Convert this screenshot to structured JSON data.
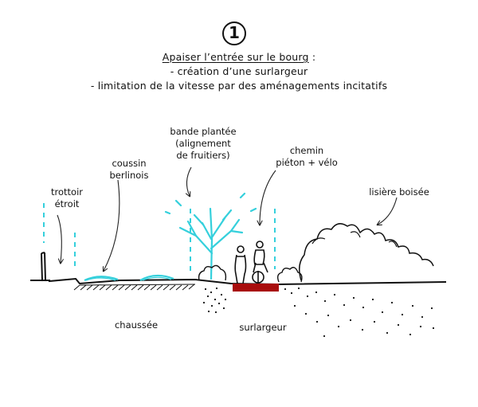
{
  "header": {
    "number": "1",
    "title": "Apaiser l’entrée sur le bourg",
    "title_suffix": " :",
    "bullets": [
      "- création d’une surlargeur",
      "- limitation de la vitesse par des aménagements incitatifs"
    ]
  },
  "labels": {
    "trottoir": "trottoir\nétroit",
    "coussin": "coussin\nberlinois",
    "bande": "bande plantée\n(alignement\nde fruitiers)",
    "chemin": "chemin\npiéton + vélo",
    "lisiere": "lisière boisée",
    "chaussee": "chaussée",
    "surlargeur": "surlargeur"
  },
  "colors": {
    "ink": "#111111",
    "accent_cyan": "#35d0dc",
    "path_red": "#a80d0d"
  }
}
